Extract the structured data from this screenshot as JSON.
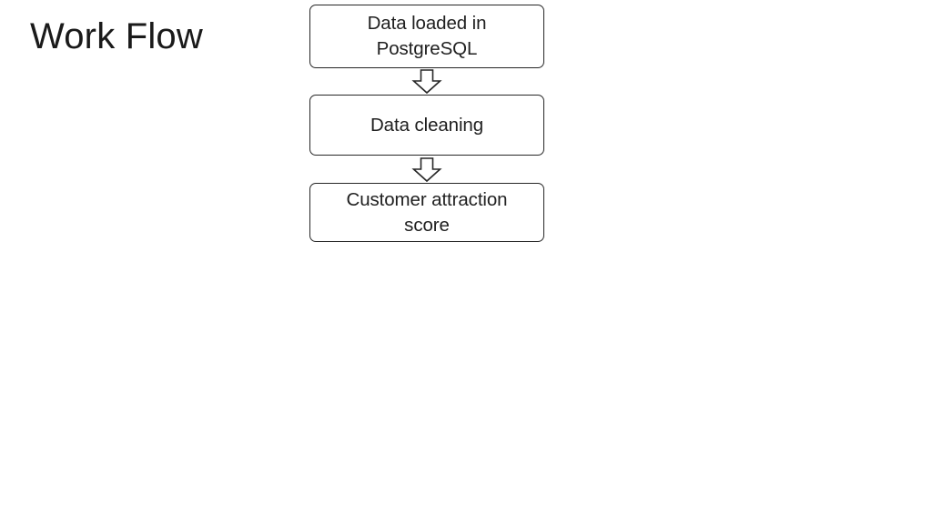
{
  "slide": {
    "title": "Work Flow",
    "background_color": "#ffffff",
    "text_color": "#1f1f1f",
    "outline_color": "#262626"
  },
  "flow": {
    "direction": "top-to-bottom",
    "steps": [
      {
        "id": "step-1",
        "label": "Data loaded in\nPostgreSQL"
      },
      {
        "id": "step-2",
        "label": "Data cleaning"
      },
      {
        "id": "step-3",
        "label": "Customer attraction\nscore"
      }
    ],
    "connectors": [
      {
        "id": "connector-1",
        "icon": "arrow-down-block-icon",
        "from": "step-1",
        "to": "step-2"
      },
      {
        "id": "connector-2",
        "icon": "arrow-down-block-icon",
        "from": "step-2",
        "to": "step-3"
      }
    ]
  }
}
